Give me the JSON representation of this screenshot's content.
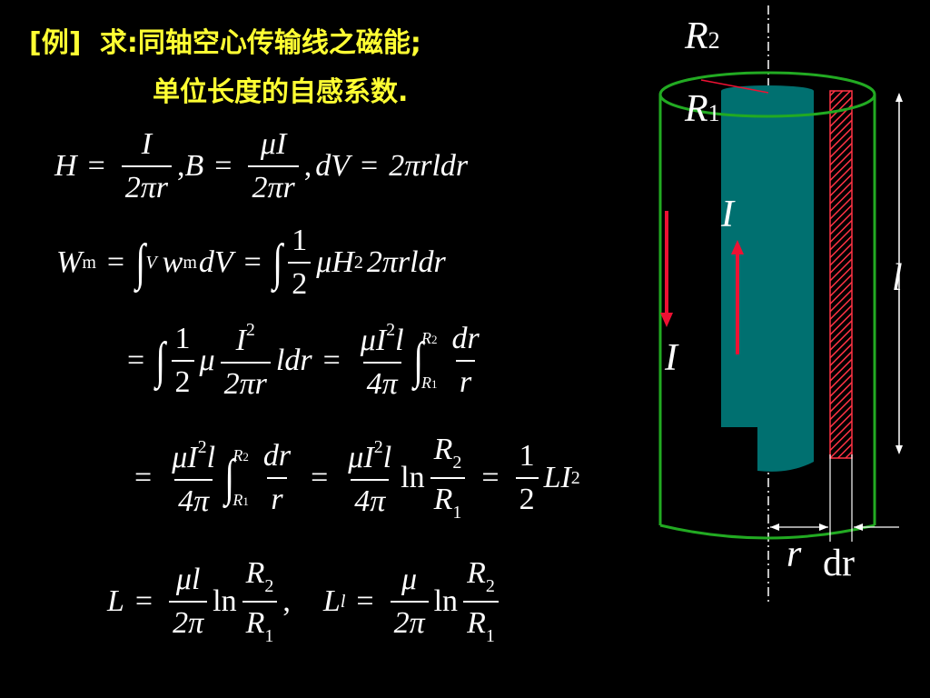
{
  "title": {
    "line1_prefix": "[例]",
    "line1_text": "求:同轴空心传输线之磁能;",
    "line2_text": "单位长度的自感系数."
  },
  "equations": {
    "eq1": {
      "H": "H",
      "I": "I",
      "two_pi_r": "2πr",
      "B": "B",
      "mu_I": "μI",
      "dV": "dV",
      "rhs": "2πrldr"
    },
    "eq2": {
      "Wm": "W",
      "m": "m",
      "V": "V",
      "w": "w",
      "dV": "dV",
      "half_num": "1",
      "half_den": "2",
      "muH": "μH",
      "sq": "2",
      "tail": "2πrldr"
    },
    "eq3": {
      "one": "1",
      "two": "2",
      "mu": "μ",
      "I": "I",
      "sq": "2",
      "two_pi_r": "2πr",
      "ldr": "ldr",
      "muI": "μI",
      "l": "l",
      "four_pi": "4π",
      "R2": "R",
      "R1": "R",
      "idx2": "2",
      "idx1": "1",
      "dr": "dr",
      "r": "r"
    },
    "eq4": {
      "muI": "μI",
      "sq": "2",
      "l": "l",
      "four_pi": "4π",
      "R": "R",
      "idx2": "2",
      "idx1": "1",
      "dr": "dr",
      "r": "r",
      "ln": "ln",
      "half_num": "1",
      "half_den": "2",
      "LI": "LI"
    },
    "eq5": {
      "L": "L",
      "mul": "μl",
      "two_pi": "2π",
      "ln": "ln",
      "R": "R",
      "idx2": "2",
      "idx1": "1",
      "comma": ",",
      "Ll": "L",
      "lsub": "l",
      "mu": "μ"
    }
  },
  "diagram": {
    "R2_label": "R",
    "R2_idx": "2",
    "R1_label": "R",
    "R1_idx": "1",
    "I_top": "I",
    "I_bottom": "I",
    "l_label": "l",
    "r_label": "r",
    "dr_label": "dr",
    "colors": {
      "cylinder": "#007070",
      "shell": "#22aa22",
      "strip": "#ff3344",
      "arrow": "#ee1133",
      "axis": "#ffffff"
    }
  }
}
